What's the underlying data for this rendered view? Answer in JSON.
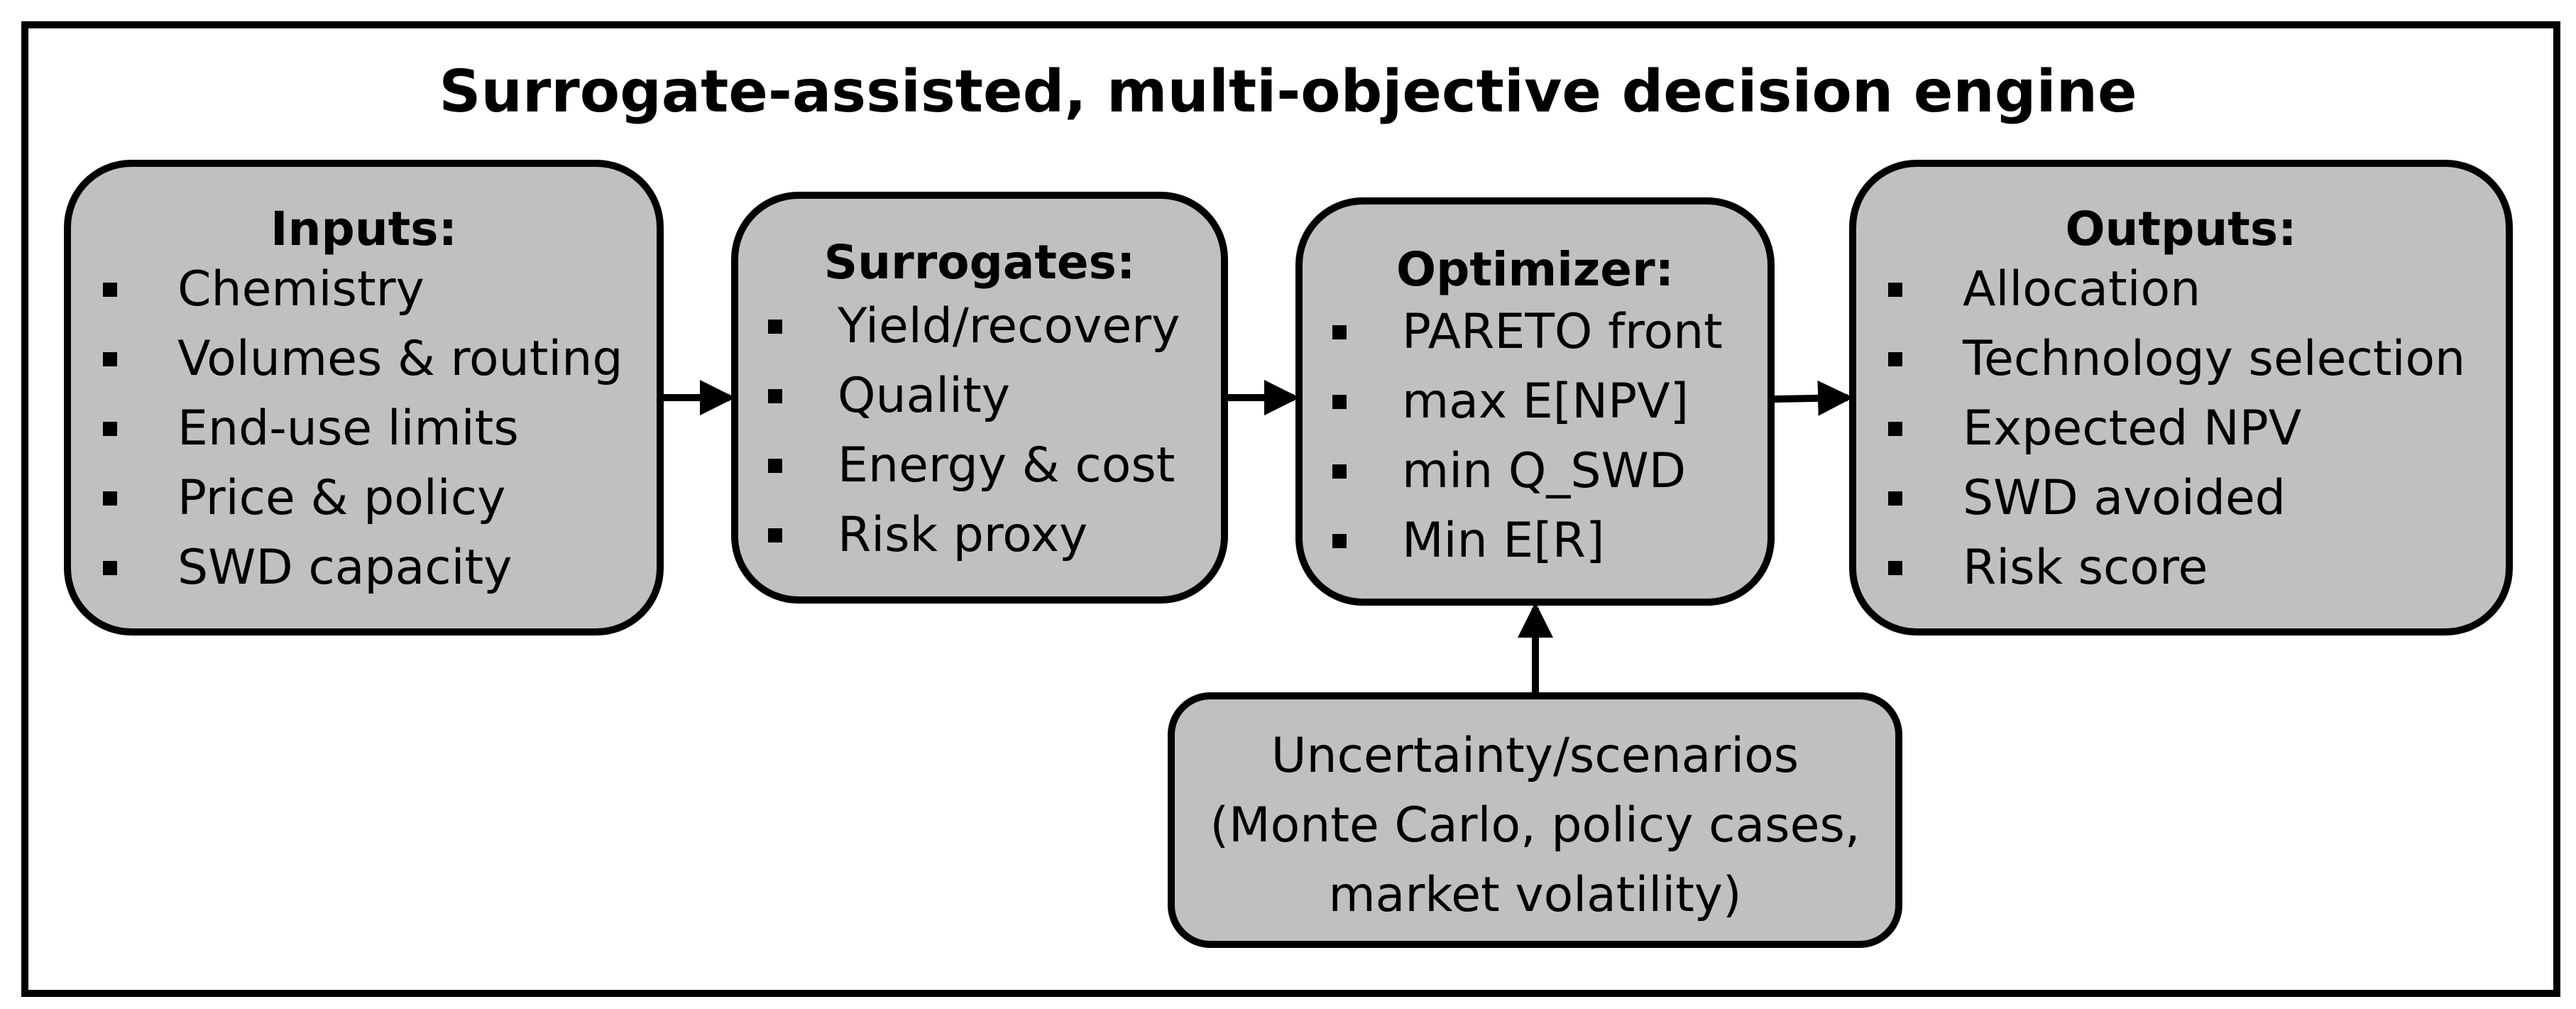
{
  "title": "Surrogate-assisted, multi-objective decision engine",
  "inputs": {
    "heading": "Inputs:",
    "items": [
      "Chemistry",
      "Volumes & routing",
      "End-use limits",
      "Price & policy",
      "SWD capacity"
    ]
  },
  "surrogates": {
    "heading": "Surrogates:",
    "items": [
      "Yield/recovery",
      "Quality",
      "Energy & cost",
      "Risk proxy"
    ]
  },
  "optimizer": {
    "heading": "Optimizer:",
    "items": [
      "PARETO front",
      "max E[NPV]",
      "min Q_SWD",
      "Min E[R]"
    ]
  },
  "outputs": {
    "heading": "Outputs:",
    "items": [
      "Allocation",
      "Technology selection",
      "Expected NPV",
      "SWD avoided",
      "Risk score"
    ]
  },
  "uncertainty": {
    "lines": [
      "Uncertainty/scenarios",
      "(Monte Carlo, policy cases,",
      "market volatility)"
    ]
  },
  "colors": {
    "box_fill": "#c0c0c0",
    "stroke": "#000000",
    "background": "#ffffff"
  }
}
